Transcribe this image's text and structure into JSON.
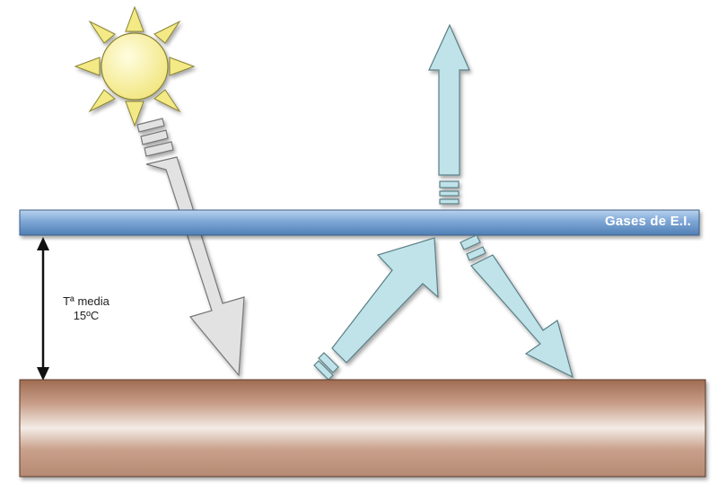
{
  "labels": {
    "gas_layer": "Gases de E.I.",
    "temp_line1": "Tª media",
    "temp_line2": "15ºC"
  },
  "colors": {
    "sun_fill": "#f6ef9a",
    "sun_ray": "#f3ea86",
    "solar_arrow": "#e0e0e0",
    "ir_arrow": "#bfe3e8",
    "gas_layer": "#7da6d6",
    "ground": "#b98772"
  },
  "icons": {
    "sun": "sun-icon",
    "double_arrow": "double-headed-arrow-icon"
  }
}
